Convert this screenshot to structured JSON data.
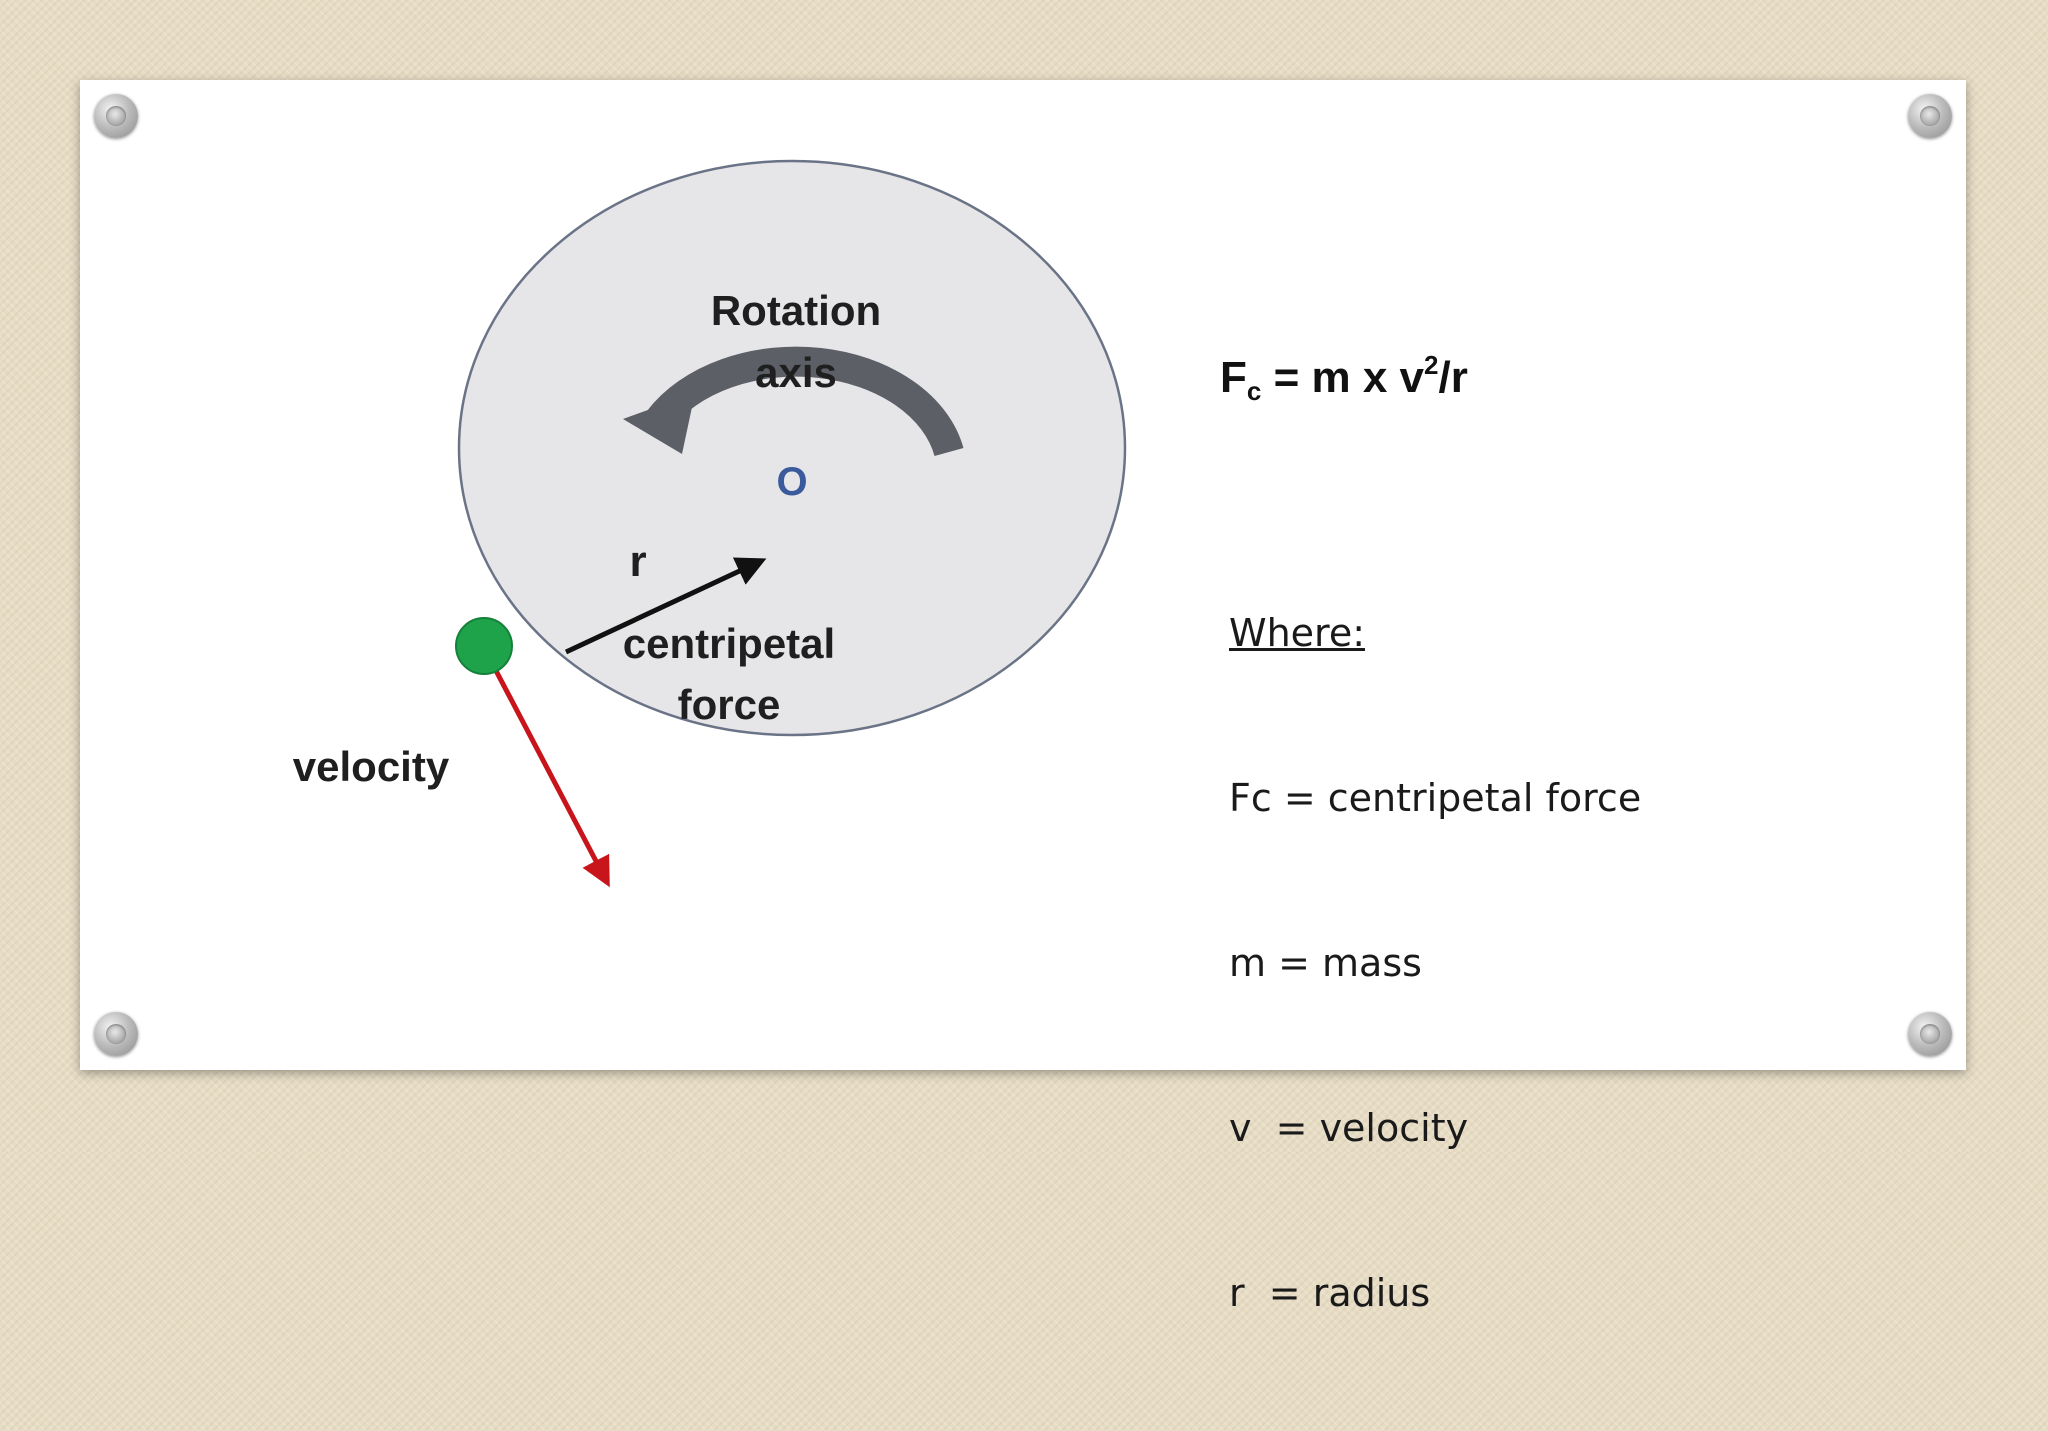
{
  "diagram": {
    "rotation_label_line1": "Rotation",
    "rotation_label_line2": "axis",
    "center_label": "O",
    "radius_label": "r",
    "force_label_line1": "centripetal",
    "force_label_line2": "force",
    "velocity_label": "velocity"
  },
  "formula": {
    "force_symbol": "F",
    "force_subscript": "c",
    "middle": " = m x v",
    "exponent": "2",
    "tail": "/r"
  },
  "legend": {
    "heading": "Where:",
    "items": [
      "Fc = centripetal force",
      "m = mass",
      "v  = velocity",
      "r  = radius"
    ]
  },
  "colors": {
    "disk_fill": "#e6e6e9",
    "disk_stroke": "#6a7486",
    "particle": "#1fa34a",
    "velocity_arrow": "#c8141b",
    "radius_arrow": "#111111",
    "rotation_arrow": "#5c5f66",
    "center_marker": "#3a5a9c"
  }
}
